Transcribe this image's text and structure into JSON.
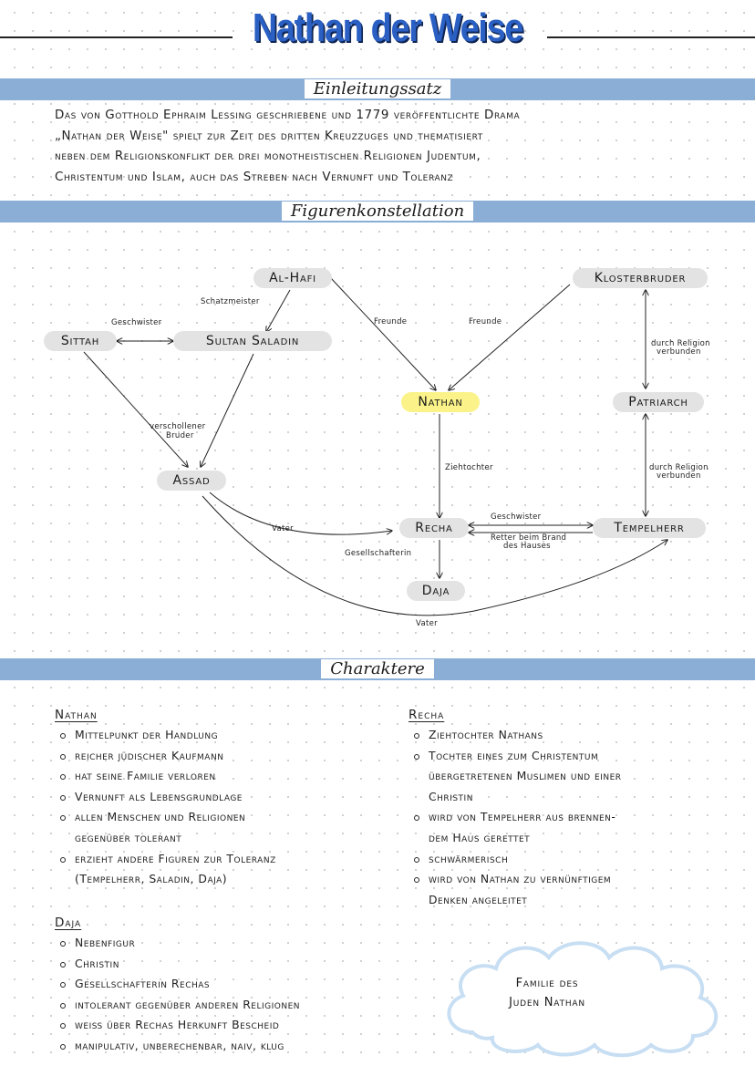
{
  "title": "Nathan der Weise",
  "sections": {
    "intro_heading": "Einleitungssatz",
    "diagram_heading": "Figurenkonstellation",
    "characters_heading": "Charaktere"
  },
  "intro": {
    "lines": [
      "Das von Gotthold Ephraim Lessing geschriebene und 1779 veröffentlichte Drama",
      "„Nathan der Weise\" spielt zur Zeit des dritten Kreuzzuges und thematisiert",
      "neben dem Religionskonflikt der drei monotheistischen Religionen Judentum,",
      "Christentum und Islam, auch das Streben nach Vernunft und Toleranz"
    ]
  },
  "diagram": {
    "nodes": {
      "alhafi": "Al-Hafi",
      "klosterbruder": "Klosterbruder",
      "sittah": "Sittah",
      "saladin": "Sultan Saladin",
      "nathan": "Nathan",
      "patriarch": "Patriarch",
      "assad": "Assad",
      "recha": "Recha",
      "tempelherr": "Tempelherr",
      "daja": "Daja"
    },
    "edges": {
      "schatzmeister": "Schatzmeister",
      "geschwister_top": "Geschwister",
      "freunde_left": "Freunde",
      "freunde_right": "Freunde",
      "religion_top_1": "durch Religion",
      "religion_top_2": "verbunden",
      "bruder_1": "verschollener",
      "bruder_2": "Bruder",
      "ziehtochter": "Ziehtochter",
      "religion_bot_1": "durch Religion",
      "religion_bot_2": "verbunden",
      "vater_recha": "Vater",
      "geschwister_bottom": "Geschwister",
      "retter_1": "Retter beim Brand",
      "retter_2": "des Hauses",
      "gesellschafterin": "Gesellschafterin",
      "vater_tempelherr": "Vater"
    }
  },
  "characters": {
    "nathan": {
      "name": "Nathan",
      "items": [
        [
          "Mittelpunkt der Handlung"
        ],
        [
          "reicher jüdischer Kaufmann"
        ],
        [
          "hat seine Familie verloren"
        ],
        [
          "Vernunft als Lebensgrundlage"
        ],
        [
          "allen Menschen und Religionen",
          "gegenüber tolerant"
        ],
        [
          "erzieht andere Figuren zur Toleranz",
          "(Tempelherr, Saladin, Daja)"
        ]
      ]
    },
    "recha": {
      "name": "Recha",
      "items": [
        [
          "Ziehtochter Nathans"
        ],
        [
          "Tochter eines zum Christentum",
          "übergetretenen Muslimen und einer",
          "Christin"
        ],
        [
          "wird von Tempelherr aus brennen-",
          "dem Haus gerettet"
        ],
        [
          "schwärmerisch"
        ],
        [
          "wird von Nathan zu vernünftigem",
          "Denken angeleitet"
        ]
      ]
    },
    "daja": {
      "name": "Daja",
      "items": [
        [
          "Nebenfigur"
        ],
        [
          "Christin"
        ],
        [
          "Gesellschafterin Rechas"
        ],
        [
          "intolerant gegenüber anderen Religionen"
        ],
        [
          "weiß über Rechas Herkunft Bescheid"
        ],
        [
          "manipulativ, unberechenbar, naiv, klug"
        ]
      ]
    }
  },
  "family_note": {
    "line1": "Familie des",
    "line2": "Juden Nathan"
  }
}
